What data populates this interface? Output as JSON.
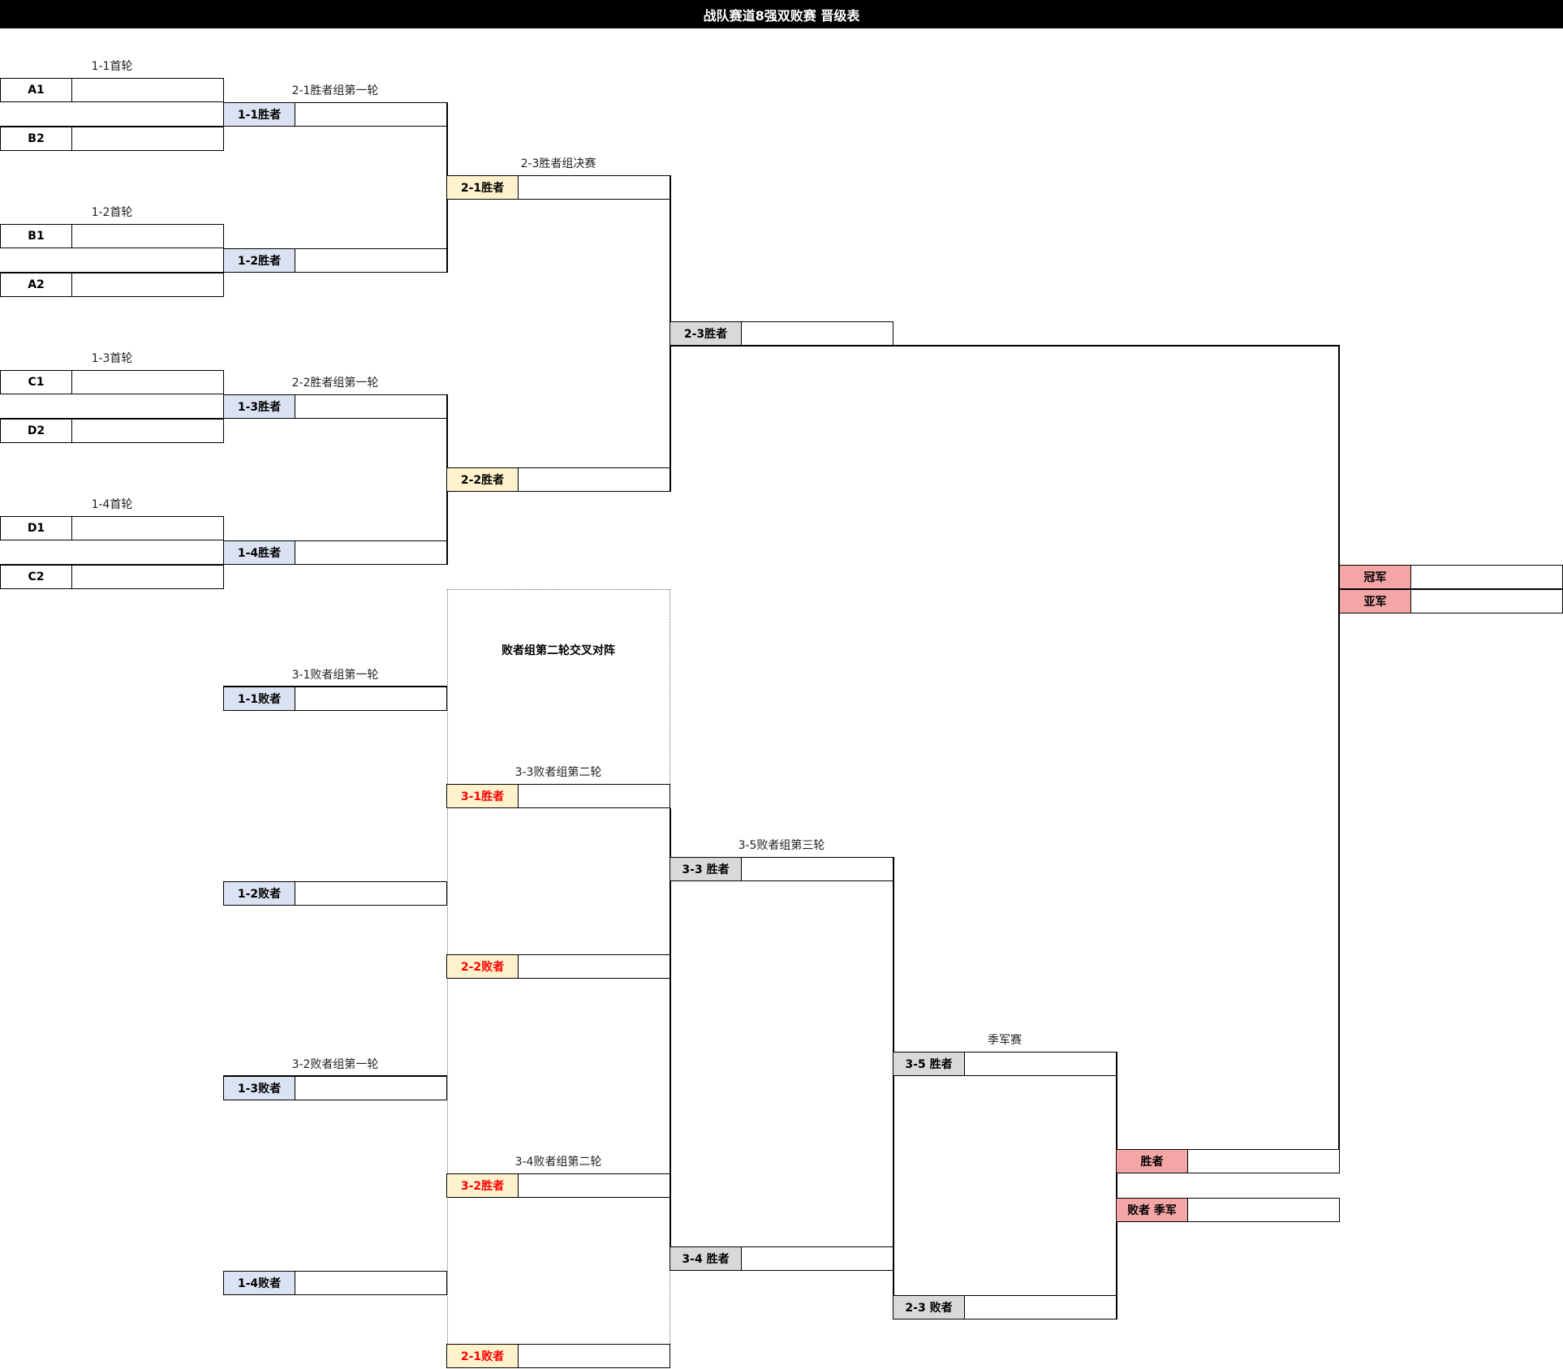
{
  "title": "战队赛道8强双败赛 晋级表",
  "colors": {
    "round1": "#ffffff",
    "winners": "#dbe3f3",
    "winners_final": "#fff2cc",
    "grey": "#d9d9d9",
    "final": "#f4a6a6",
    "red_text": "#ff0000"
  },
  "captions": {
    "r1_1": "1-1首轮",
    "r1_2": "1-2首轮",
    "r1_3": "1-3首轮",
    "r1_4": "1-4首轮",
    "w2_1": "2-1胜者组第一轮",
    "w2_2": "2-2胜者组第一轮",
    "w2_3": "2-3胜者组决赛",
    "l3_1": "3-1败者组第一轮",
    "l3_2": "3-2败者组第一轮",
    "l3_3": "3-3败者组第二轮",
    "l3_4": "3-4败者组第二轮",
    "l3_5": "3-5败者组第三轮",
    "third": "季军赛",
    "cross": "败者组第二轮交叉对阵"
  },
  "slots": {
    "A1": "A1",
    "B2": "B2",
    "B1": "B1",
    "A2": "A2",
    "C1": "C1",
    "D2": "D2",
    "D1": "D1",
    "C2": "C2",
    "w1_1": "1-1胜者",
    "w1_2": "1-2胜者",
    "w1_3": "1-3胜者",
    "w1_4": "1-4胜者",
    "w2_1": "2-1胜者",
    "w2_2": "2-2胜者",
    "w2_3": "2-3胜者",
    "l1_1": "1-1败者",
    "l1_2": "1-2败者",
    "l1_3": "1-3败者",
    "l1_4": "1-4败者",
    "w3_1": "3-1胜者",
    "l2_2": "2-2败者",
    "w3_2": "3-2胜者",
    "l2_1": "2-1败者",
    "w3_3": "3-3 胜者",
    "w3_4": "3-4 胜者",
    "w3_5": "3-5 胜者",
    "l2_3": "2-3 败者",
    "winner": "胜者",
    "loser_third": "败者 季军",
    "champion": "冠军",
    "runner_up": "亚军"
  }
}
